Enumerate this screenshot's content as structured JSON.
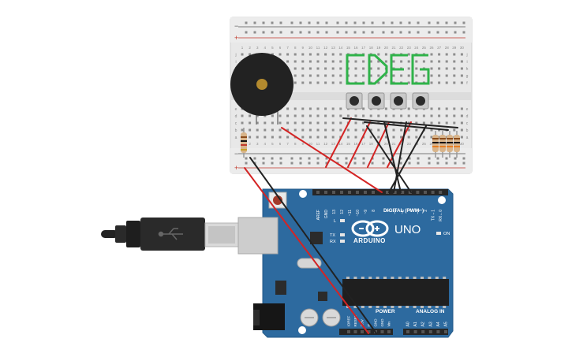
{
  "breadboard": {
    "column_numbers": [
      "1",
      "2",
      "3",
      "4",
      "5",
      "6",
      "7",
      "8",
      "9",
      "10",
      "11",
      "12",
      "13",
      "14",
      "15",
      "16",
      "17",
      "18",
      "19",
      "20",
      "21",
      "22",
      "23",
      "24",
      "25",
      "26",
      "27",
      "28",
      "29",
      "30"
    ],
    "row_letters_top": [
      "j",
      "i",
      "h",
      "g",
      "f"
    ],
    "row_letters_bottom": [
      "e",
      "d",
      "c",
      "b",
      "a"
    ],
    "rail_plus": "+",
    "rail_minus": "−"
  },
  "note_letters": [
    "C",
    "D",
    "E",
    "G"
  ],
  "arduino": {
    "brand": "ARDUINO",
    "model": "UNO",
    "digital_label": "DIGITAL (PWM~)",
    "power_label": "POWER",
    "analog_label": "ANALOG IN",
    "on_label": "ON",
    "l_label": "L",
    "tx_label": "TX",
    "rx_label": "RX",
    "digital_pins": [
      "AREF",
      "GND",
      "13",
      "12",
      "~11",
      "~10",
      "~9",
      "8",
      "7",
      "~6",
      "~5",
      "4",
      "~3",
      "2",
      "TX→1",
      "RX←0"
    ],
    "power_pins": [
      "IOREF",
      "RESET",
      "3.3V",
      "5V",
      "GND",
      "GND",
      "Vin"
    ],
    "analog_pins": [
      "A0",
      "A1",
      "A2",
      "A3",
      "A4",
      "A5"
    ]
  },
  "colors": {
    "board_blue": "#2d6a9f",
    "wire_red": "#d42424",
    "wire_black": "#222222",
    "note_green": "#2fb34a",
    "breadboard": "#e9e9e9"
  }
}
